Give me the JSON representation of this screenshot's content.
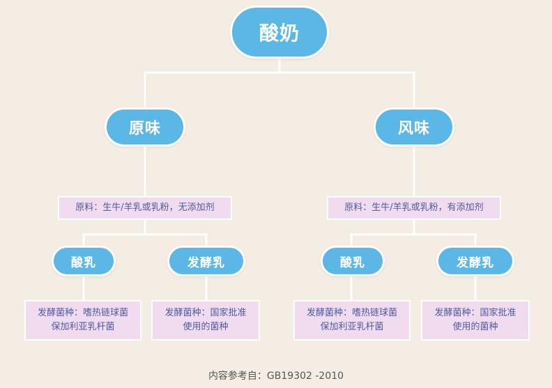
{
  "root": {
    "label": "酸奶"
  },
  "branches": [
    {
      "label": "原味",
      "material": "原料：生牛/羊乳或乳粉，无添加剂",
      "children": [
        {
          "label": "酸乳",
          "detail_lines": [
            "发酵菌种：嗜热链球菌",
            "保加利亚乳杆菌"
          ]
        },
        {
          "label": "发酵乳",
          "detail_lines": [
            "发酵菌种：国家批准",
            "使用的菌种"
          ]
        }
      ]
    },
    {
      "label": "风味",
      "material": "原料：生牛/羊乳或乳粉，有添加剂",
      "children": [
        {
          "label": "酸乳",
          "detail_lines": [
            "发酵菌种：嗜热链球菌",
            "保加利亚乳杆菌"
          ]
        },
        {
          "label": "发酵乳",
          "detail_lines": [
            "发酵菌种：国家批准",
            "使用的菌种"
          ]
        }
      ]
    }
  ],
  "footer": "内容参考自：GB19302 -2010",
  "colors": {
    "background": "#f3ede4",
    "node_fill": "#5bb8e6",
    "node_border": "#ffffff",
    "box_fill": "#f1dcef",
    "box_text": "#4e5aa0",
    "connector": "#ffffff"
  }
}
